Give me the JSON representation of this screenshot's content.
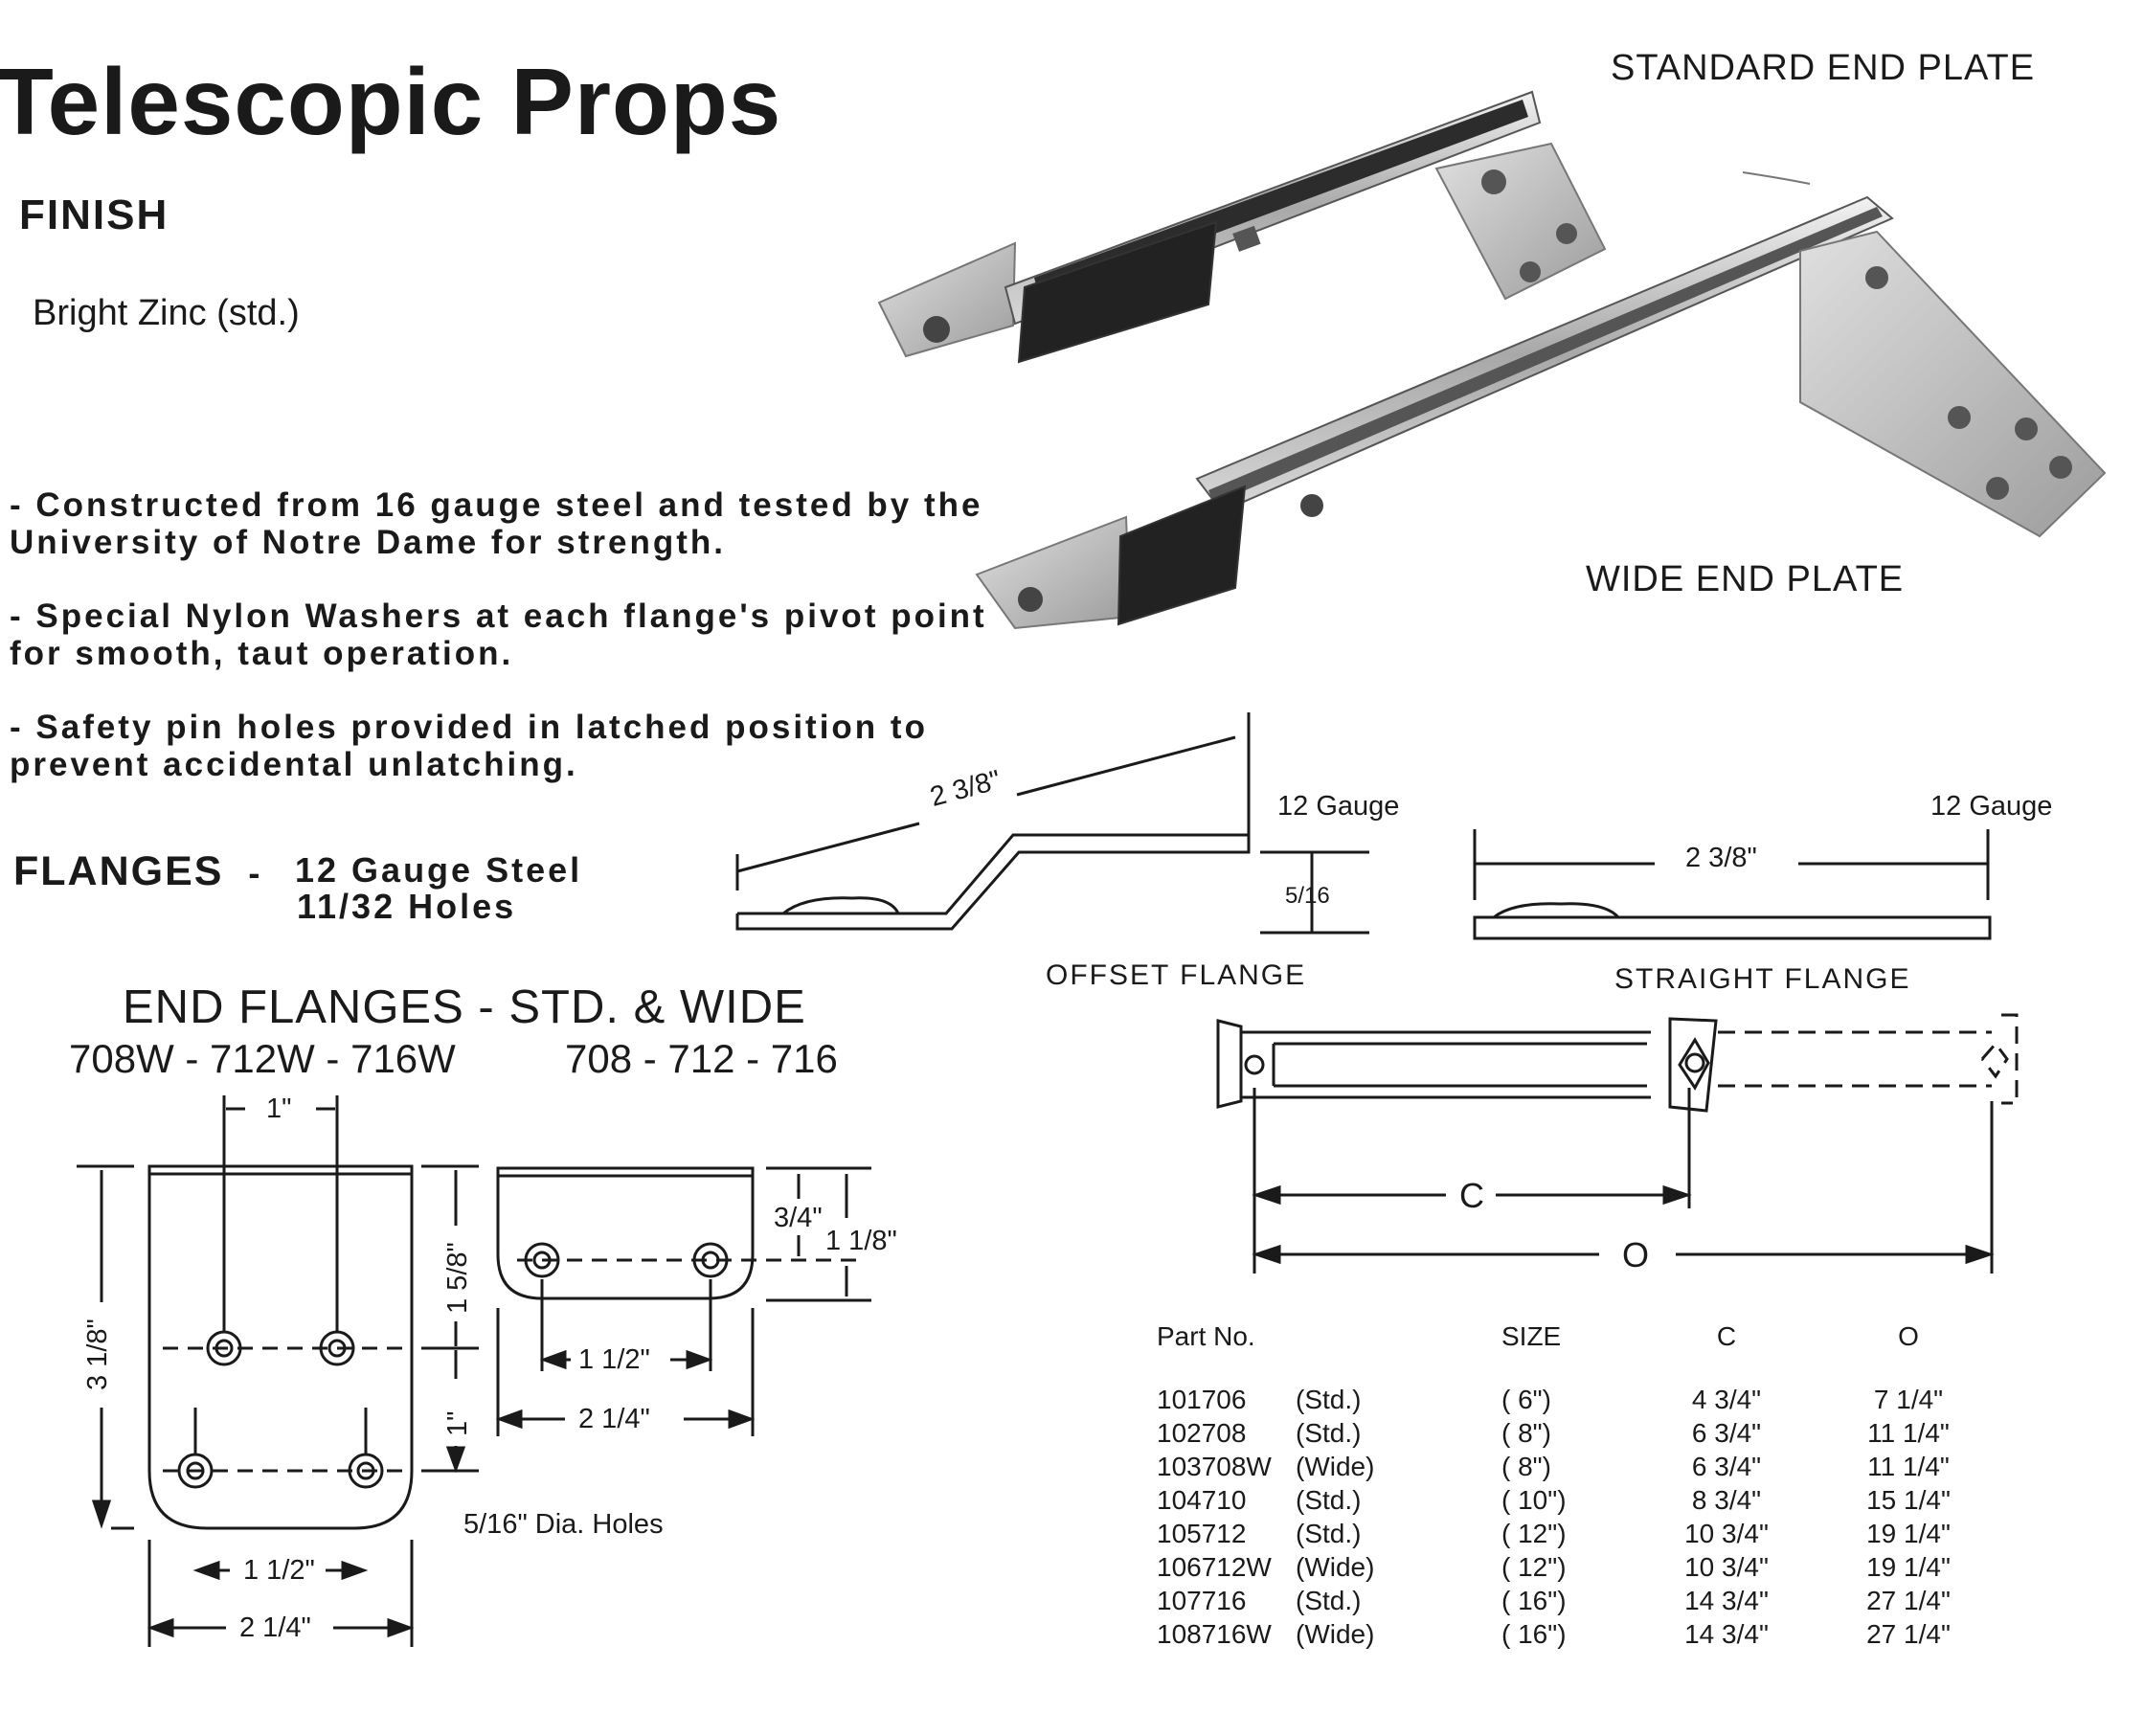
{
  "title": "Telescopic  Props",
  "finish": {
    "heading": "FINISH",
    "value": "Bright Zinc (std.)"
  },
  "photo_labels": {
    "standard": "STANDARD END PLATE",
    "wide": "WIDE END PLATE"
  },
  "bullets": [
    "- Constructed from 16 gauge steel and tested by the University of Notre Dame for strength.",
    "- Special Nylon Washers at each flange's pivot point for smooth, taut operation.",
    "- Safety pin holes provided in latched position to prevent accidental unlatching."
  ],
  "flanges": {
    "label": "FLANGES",
    "sep": "-",
    "spec1": "12 Gauge Steel",
    "spec2": "11/32 Holes"
  },
  "offset_flange": {
    "caption": "OFFSET FLANGE",
    "length": "2 3/8\"",
    "gauge": "12 Gauge",
    "height": "5/16"
  },
  "straight_flange": {
    "caption": "STRAIGHT FLANGE",
    "length": "2 3/8\"",
    "gauge": "12 Gauge"
  },
  "end_flanges": {
    "title": "END FLANGES - STD. & WIDE",
    "wide_models": "708W - 712W - 716W",
    "std_models": "708 - 712 - 716",
    "wide_dims": {
      "top": "1\"",
      "height": "3 1/8\"",
      "upper": "1 5/8\"",
      "lower": "1\"",
      "holes": "1 1/2\"",
      "width": "2 1/4\""
    },
    "std_dims": {
      "top": "3/4\"",
      "total": "1 1/8\"",
      "holes": "1 1/2\"",
      "width": "2 1/4\""
    },
    "hole_note": "5/16\" Dia. Holes"
  },
  "prop_diagram": {
    "c": "C",
    "o": "O"
  },
  "parts_table": {
    "headers": [
      "Part No.",
      "",
      "SIZE",
      "C",
      "O"
    ],
    "rows": [
      [
        "101706",
        "(Std.)",
        "( 6\")",
        "4 3/4\"",
        "7 1/4\""
      ],
      [
        "102708",
        "(Std.)",
        "( 8\")",
        "6 3/4\"",
        "11 1/4\""
      ],
      [
        "103708W",
        "(Wide)",
        "( 8\")",
        "6 3/4\"",
        "11 1/4\""
      ],
      [
        "104710",
        "(Std.)",
        "( 10\")",
        "8 3/4\"",
        "15 1/4\""
      ],
      [
        "105712",
        "(Std.)",
        "( 12\")",
        "10 3/4\"",
        "19 1/4\""
      ],
      [
        "106712W",
        "(Wide)",
        "( 12\")",
        "10 3/4\"",
        "19 1/4\""
      ],
      [
        "107716",
        "(Std.)",
        "( 16\")",
        "14 3/4\"",
        "27 1/4\""
      ],
      [
        "108716W",
        "(Wide)",
        "( 16\")",
        "14 3/4\"",
        "27 1/4\""
      ]
    ]
  },
  "colors": {
    "ink": "#1a1a1a",
    "steel_light": "#cfcfcf",
    "steel_mid": "#9a9a9a",
    "steel_dark": "#2a2a2a"
  }
}
